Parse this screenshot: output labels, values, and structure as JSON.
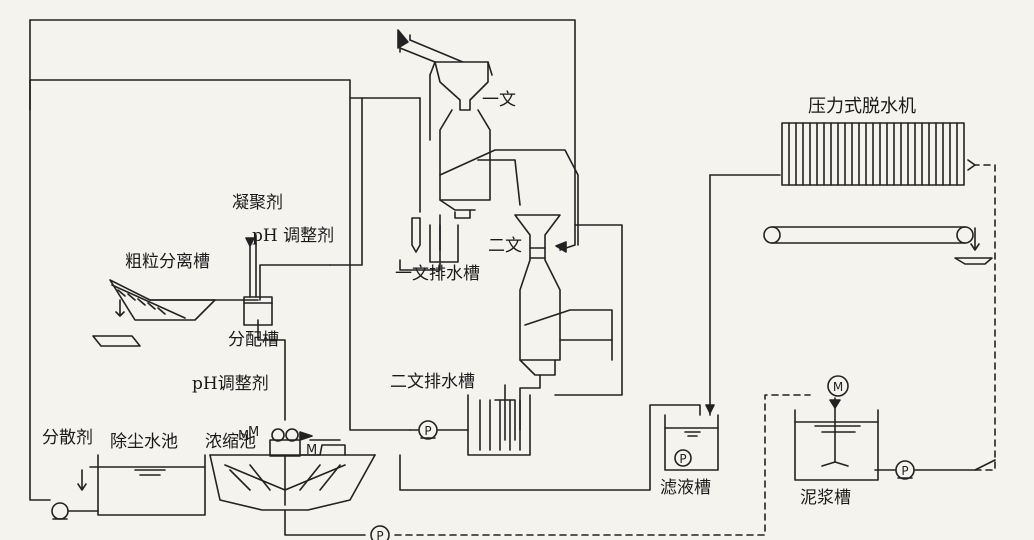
{
  "labels": {
    "venturi_1": "一文",
    "venturi_2": "二文",
    "coagulant": "凝聚剂",
    "ph_adjuster_top": "pH 调整剂",
    "coarse_separator": "粗粒分离槽",
    "venturi_1_drain": "一文排水槽",
    "distribution_tank": "分配槽",
    "ph_adjuster_bottom": "pH调整剂",
    "venturi_2_drain": "二文排水槽",
    "dispersant": "分散剂",
    "dust_pool": "除尘水池",
    "thickener": "浓缩池",
    "filtrate_tank": "滤液槽",
    "slurry_tank": "泥浆槽",
    "filter_press": "压力式脱水机",
    "pump_symbol": "P",
    "motor_symbol": "M"
  }
}
